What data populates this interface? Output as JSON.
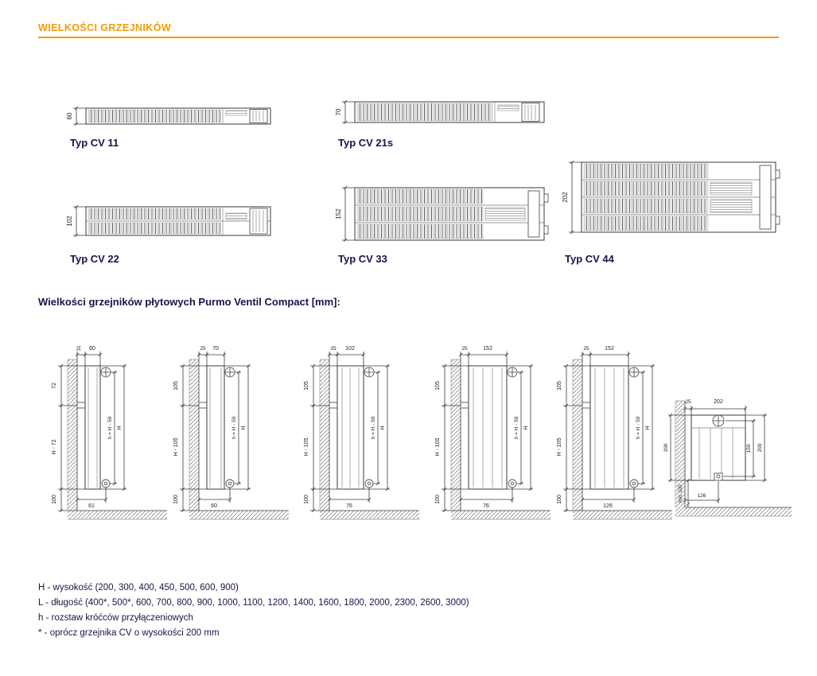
{
  "header": {
    "title": "WIELKOŚCI GRZEJNIKÓW",
    "accent_color": "#F49B00"
  },
  "top_views": [
    {
      "label": "Typ CV 11",
      "depth_mm": "60"
    },
    {
      "label": "Typ CV 21s",
      "depth_mm": "70"
    },
    {
      "label": "Typ CV 22",
      "depth_mm": "102"
    },
    {
      "label": "Typ CV 33",
      "depth_mm": "152"
    },
    {
      "label": "Typ CV 44",
      "depth_mm": "202"
    }
  ],
  "side_section": {
    "heading": "Wielkości grzejników płytowych Purmo Ventil Compact [mm]:",
    "diagrams": [
      {
        "depth": "60",
        "wall_gap": "31",
        "upper": "72",
        "middle": "H - 72",
        "floor_clearance": "100",
        "conn_spacing": "h = H - 50",
        "height": "H",
        "conn_offset": "61"
      },
      {
        "depth": "70",
        "wall_gap": "25",
        "upper": "105",
        "middle": "H - 105",
        "floor_clearance": "100",
        "conn_spacing": "h = H - 50",
        "height": "H",
        "conn_offset": "60"
      },
      {
        "depth": "102",
        "wall_gap": "25",
        "upper": "105",
        "middle": "H - 105",
        "floor_clearance": "100",
        "conn_spacing": "h = H - 50",
        "height": "H",
        "conn_offset": "76"
      },
      {
        "depth": "152",
        "wall_gap": "25",
        "upper": "105",
        "middle": "H - 105",
        "floor_clearance": "100",
        "conn_spacing": "h = H - 50",
        "height": "H",
        "conn_offset": "76"
      },
      {
        "depth": "152",
        "wall_gap": "25",
        "upper": "105",
        "middle": "H - 105",
        "floor_clearance": "100",
        "conn_spacing": "h = H - 50",
        "height": "H",
        "conn_offset": "126"
      }
    ],
    "corner_diagram": {
      "depth": "202",
      "wall_gap": "25",
      "height_left": "200",
      "inner_right": "150",
      "outer_right": "200",
      "floor_clearance": "min. 100",
      "conn_offset": "126"
    }
  },
  "legend": {
    "lines": [
      "H - wysokość (200, 300, 400, 450, 500, 600, 900)",
      "L - długość (400*, 500*, 600, 700, 800, 900, 1000, 1100, 1200, 1400, 1600, 1800, 2000, 2300, 2600, 3000)",
      "h - rozstaw króćców przyłączeniowych",
      "* - oprócz grzejnika CV o wysokości 200 mm"
    ]
  }
}
